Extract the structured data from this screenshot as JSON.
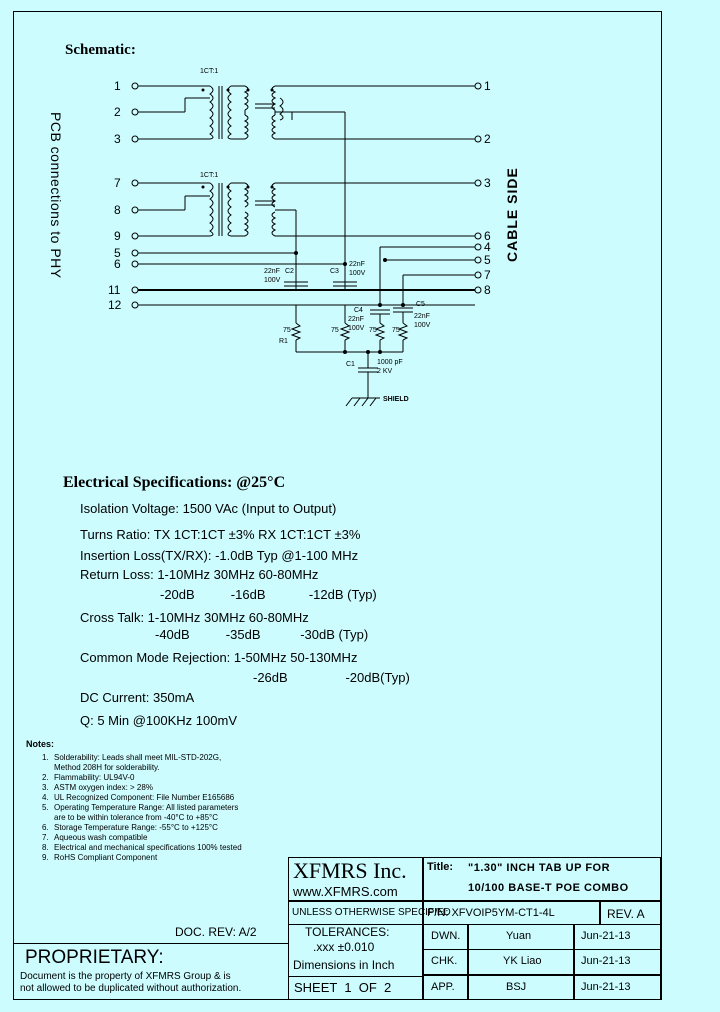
{
  "schematic": {
    "title": "Schematic:",
    "pcb_label": "PCB connections to PHY",
    "cable_label": "CABLE SIDE",
    "left_pins": [
      "1",
      "2",
      "3",
      "7",
      "8",
      "9",
      "5",
      "6",
      "11",
      "12"
    ],
    "right_pins": [
      "1",
      "2",
      "3",
      "6",
      "4",
      "5",
      "7",
      "8"
    ],
    "ratio_label": "1CT:1",
    "components": {
      "c2_name": "C2",
      "c2_value1": "22nF",
      "c2_value2": "100V",
      "c3_name": "C3",
      "c3_value1": "22nF",
      "c3_value2": "100V",
      "c4_name": "C4",
      "c4_value1": "22nF",
      "c4_value2": "100V",
      "c5_name": "C5",
      "c5_value1": "22nF",
      "c5_value2": "100V",
      "r_value": "75",
      "r1_name": "R1",
      "c1_name": "C1",
      "c1_value1": "1000 pF",
      "c1_value2": "2 KV",
      "shield": "SHIELD"
    }
  },
  "electrical": {
    "title": "Electrical  Specifications: @25°C",
    "isolation": "Isolation Voltage:  1500 VAc (Input to Output)",
    "turns": "Turns Ratio: TX 1CT:1CT ±3% RX 1CT:1CT ±3%",
    "insertion": "Insertion Loss(TX/RX): -1.0dB Typ @1-100 MHz",
    "return_1": "Return Loss: 1-10MHz   30MHz    60-80MHz",
    "return_2": "-20dB          -16dB            -12dB (Typ)",
    "cross_1": "Cross Talk: 1-10MHz   30MHz     60-80MHz",
    "cross_2": "-40dB          -35dB           -30dB (Typ)",
    "cmr_1": "Common Mode Rejection: 1-50MHz       50-130MHz",
    "cmr_2": "-26dB                -20dB(Typ)",
    "dc": "DC Current: 350mA",
    "q": "Q: 5 Min @100KHz 100mV"
  },
  "notes": {
    "title": "Notes:",
    "items": [
      {
        "num": "1.",
        "text": "Solderability: Leads shall meet MIL-STD-202G,"
      },
      {
        "num": "",
        "text": "Method 208H for solderability."
      },
      {
        "num": "2.",
        "text": "Flammability: UL94V-0"
      },
      {
        "num": "3.",
        "text": "ASTM oxygen index: > 28%"
      },
      {
        "num": "4.",
        "text": "UL Recognized Component: File Number E165686"
      },
      {
        "num": "5.",
        "text": "Operating Temperature Range: All listed parameters"
      },
      {
        "num": "",
        "text": "are to be within tolerance from -40°C to +85°C"
      },
      {
        "num": "6.",
        "text": "Storage Temperature Range: -55°C to +125°C"
      },
      {
        "num": "7.",
        "text": "Aqueous wash compatible"
      },
      {
        "num": "8.",
        "text": "Electrical and mechanical specifications 100% tested"
      },
      {
        "num": "9.",
        "text": "RoHS Compliant Component"
      }
    ]
  },
  "title_block": {
    "company": "XFMRS Inc.",
    "website": "www.XFMRS.com",
    "title_label": "Title:",
    "title_line1": "\"1.30\" INCH TAB UP FOR",
    "title_line2": "10/100 BASE-T POE COMBO",
    "unless": "UNLESS OTHERWISE SPECIFIED",
    "pn": "P/N: XFVOIP5YM-CT1-4L",
    "rev": "REV. A",
    "tolerances": "TOLERANCES:",
    "tol_value": ".xxx ±0.010",
    "dimensions": "Dimensions in Inch",
    "dwn_label": "DWN.",
    "dwn_name": "Yuan",
    "dwn_date": "Jun-21-13",
    "chk_label": "CHK.",
    "chk_name": "YK Liao",
    "chk_date": "Jun-21-13",
    "app_label": "APP.",
    "app_name": "BSJ",
    "app_date": "Jun-21-13",
    "sheet": "SHEET  1  OF  2",
    "doc_rev": "DOC. REV: A/2",
    "proprietary": "PROPRIETARY:",
    "prop_line1": "Document is the property of XFMRS Group & is",
    "prop_line2": "not allowed to be duplicated without authorization."
  }
}
